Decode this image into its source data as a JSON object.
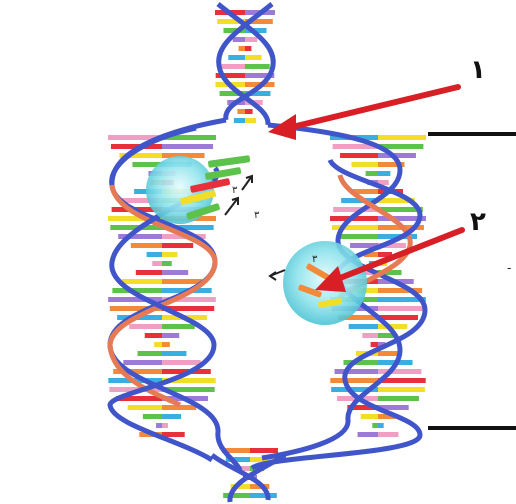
{
  "labels": {
    "arrow_1": "١",
    "arrow_2": "٢",
    "direction_marks": [
      "٣",
      "٣",
      "٣"
    ]
  },
  "colors": {
    "backbone_blue": "#3f55c9",
    "backbone_orange": "#e67a55",
    "enzyme": "#6fd6e0",
    "arrow": "#d81f26",
    "bases": [
      "#e8303a",
      "#f2dd27",
      "#5cc24a",
      "#9c7ad6",
      "#f28a3a",
      "#3aaee0",
      "#ef9fc4"
    ]
  }
}
